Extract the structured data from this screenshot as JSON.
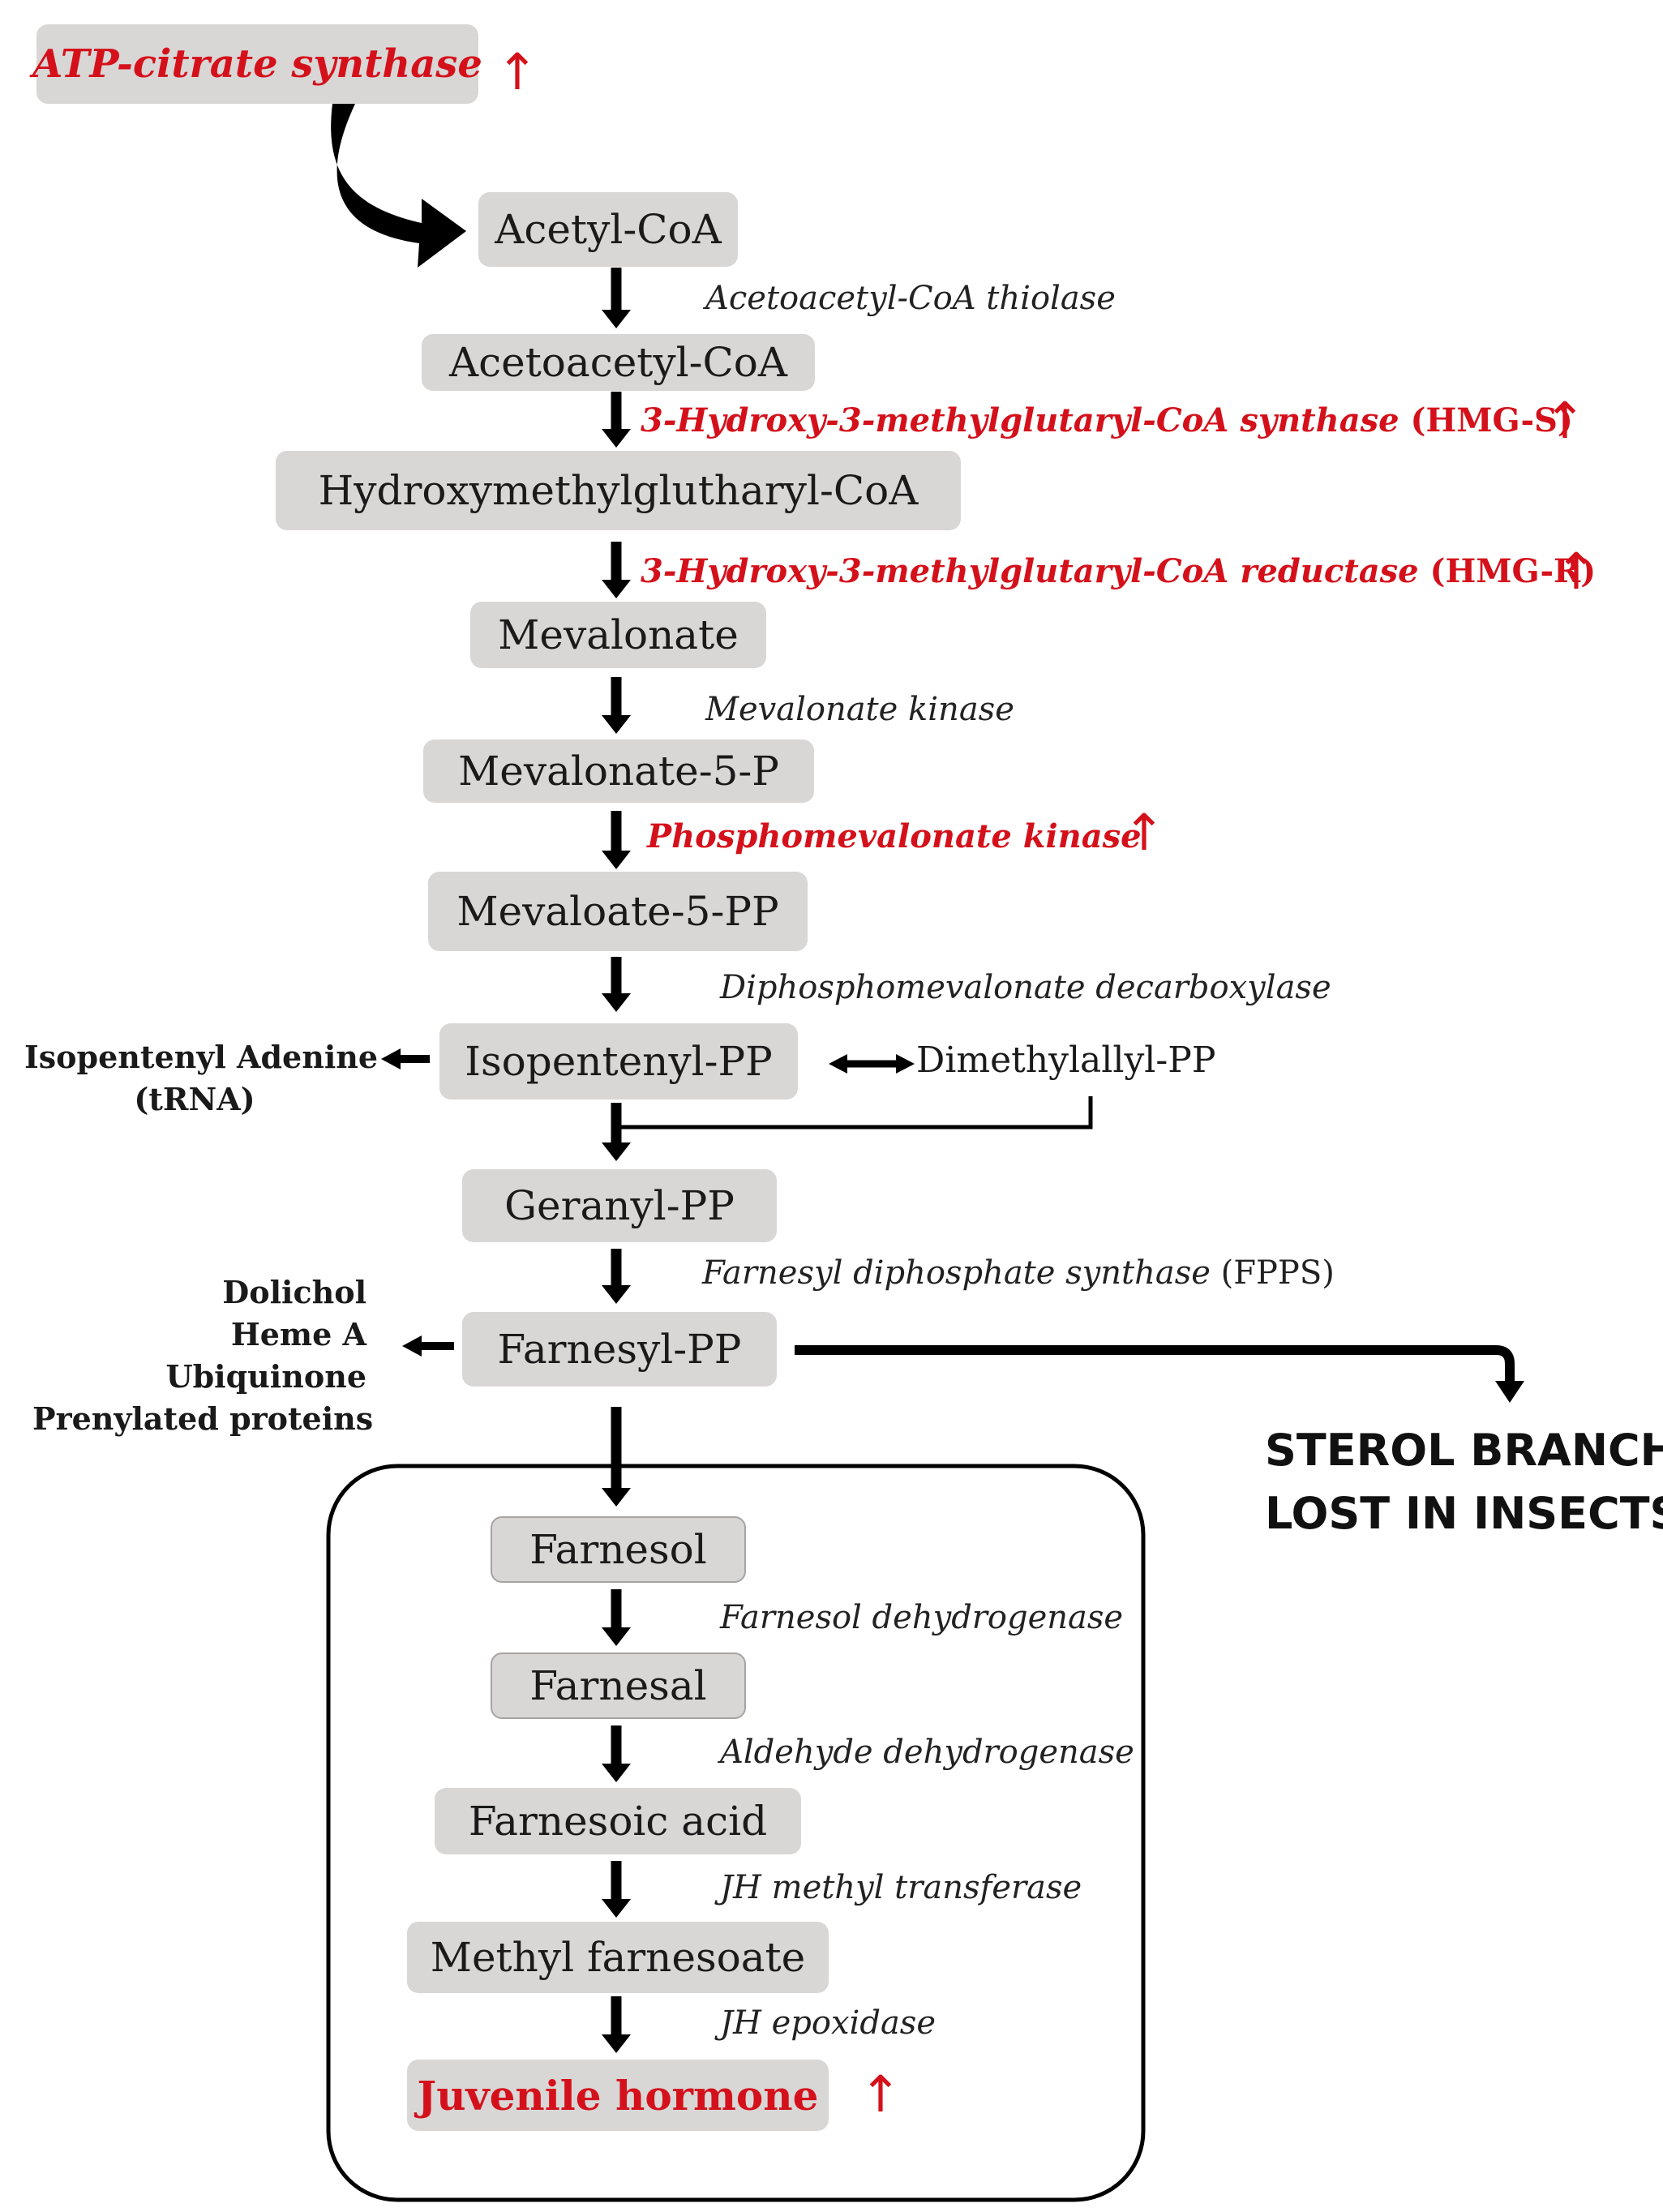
{
  "nodes": {
    "atp_citrate": "ATP-citrate synthase",
    "acetyl_coa": "Acetyl-CoA",
    "acetoacetyl_coa": "Acetoacetyl-CoA",
    "hmg_coa": "Hydroxymethylglutharyl-CoA",
    "mevalonate": "Mevalonate",
    "mevalonate_5p": "Mevalonate-5-P",
    "mevaloate_5pp": "Mevaloate-5-PP",
    "isopentenyl_pp": "Isopentenyl-PP",
    "dimethylallyl_pp": "Dimethylallyl-PP",
    "geranyl_pp": "Geranyl-PP",
    "farnesyl_pp": "Farnesyl-PP",
    "farnesol": "Farnesol",
    "farnesal": "Farnesal",
    "farnesoic_acid": "Farnesoic acid",
    "methyl_farnesoate": "Methyl farnesoate",
    "juvenile_hormone": "Juvenile hormone"
  },
  "enzymes": {
    "thiolase": "Acetoacetyl-CoA  thiolase",
    "hmgs": "3-Hydroxy-3-methylglutaryl-CoA synthase",
    "hmgs_abbr": "(HMG-S)",
    "hmgr": "3-Hydroxy-3-methylglutaryl-CoA reductase",
    "hmgr_abbr": "(HMG-R)",
    "mev_kinase": "Mevalonate kinase",
    "phospho_kinase": "Phosphomevalonate kinase",
    "decarboxylase": "Diphosphomevalonate decarboxylase",
    "fpps": "Farnesyl diphosphate synthase",
    "fpps_abbr": "(FPPS)",
    "farnesol_dh": "Farnesol dehydrogenase",
    "aldehyde_dh": "Aldehyde dehydrogenase",
    "jh_mt": "JH methyl transferase",
    "jh_epox": "JH epoxidase"
  },
  "side_products": {
    "isopentenyl_adenine": "Isopentenyl Adenine",
    "trna": "(tRNA)",
    "dolichol": "Dolichol",
    "heme_a": "Heme A",
    "ubiquinone": "Ubiquinone",
    "prenylated": "Prenylated proteins"
  },
  "sterol": {
    "line1": "STEROL BRANCH",
    "line2": "LOST IN INSECTS"
  },
  "up_arrow": "↑",
  "colors": {
    "highlight_red": "#d4111b",
    "box_gray": "#d9d6d6",
    "arrow": "#000000"
  }
}
